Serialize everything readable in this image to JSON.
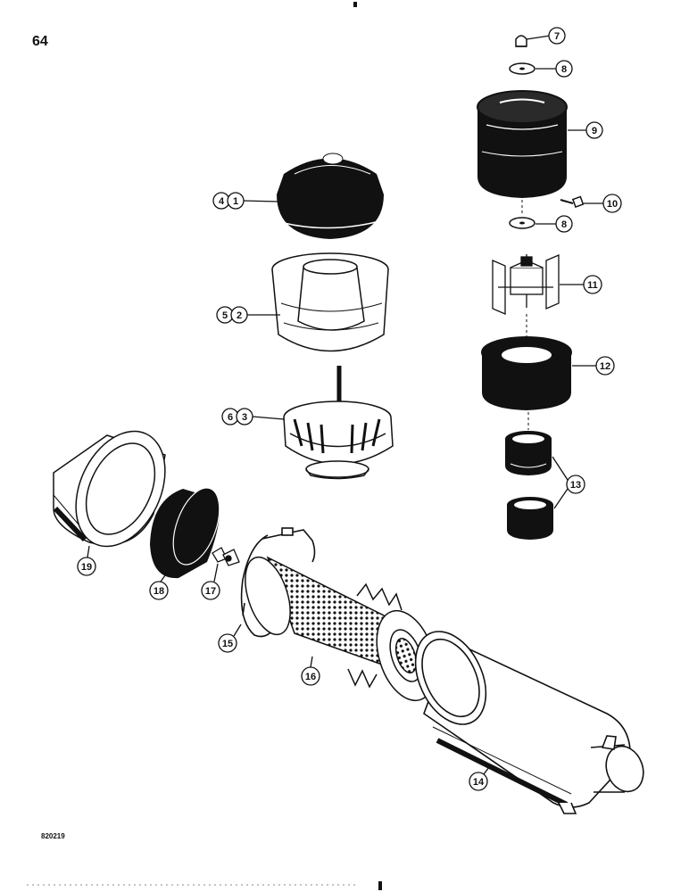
{
  "page": {
    "number": "64",
    "figure_code": "820219"
  },
  "callouts": [
    {
      "id": "c7",
      "label": "7"
    },
    {
      "id": "c8a",
      "label": "8"
    },
    {
      "id": "c9",
      "label": "9"
    },
    {
      "id": "c10",
      "label": "10"
    },
    {
      "id": "c8b",
      "label": "8"
    },
    {
      "id": "c11",
      "label": "11"
    },
    {
      "id": "c12",
      "label": "12"
    },
    {
      "id": "c13",
      "label": "13"
    },
    {
      "id": "c4",
      "label": "4"
    },
    {
      "id": "c1",
      "label": "1"
    },
    {
      "id": "c5",
      "label": "5"
    },
    {
      "id": "c2",
      "label": "2"
    },
    {
      "id": "c6",
      "label": "6"
    },
    {
      "id": "c3",
      "label": "3"
    },
    {
      "id": "c19",
      "label": "19"
    },
    {
      "id": "c18",
      "label": "18"
    },
    {
      "id": "c17",
      "label": "17"
    },
    {
      "id": "c15",
      "label": "15"
    },
    {
      "id": "c16",
      "label": "16"
    },
    {
      "id": "c14",
      "label": "14"
    }
  ],
  "colors": {
    "ink": "#111111",
    "paper": "#ffffff",
    "shade": "#2a2a2a"
  }
}
